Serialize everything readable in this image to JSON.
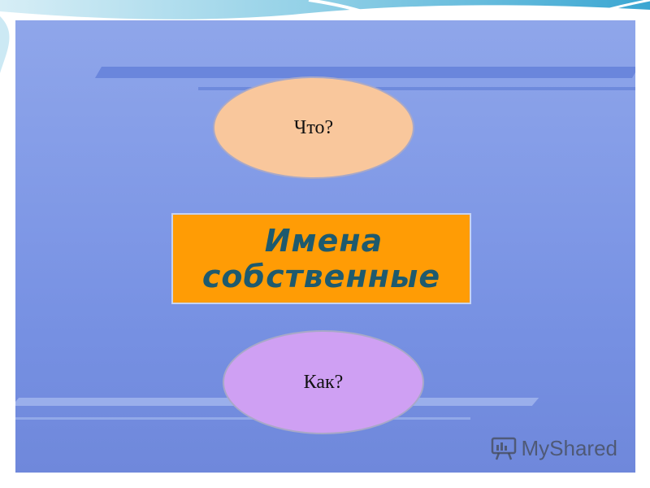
{
  "question_top": "Что?",
  "title": {
    "line1": "Имена",
    "line2": "собственные"
  },
  "question_bottom": "Как?",
  "watermark": {
    "text": "MyShared",
    "icon": "presentation-board-icon"
  },
  "colors": {
    "slide_background": "#7f98e6",
    "top_bubble": "#f9c79c",
    "title_box": "#ff9c05",
    "title_text": "#1e5a6e",
    "bottom_bubble": "#cfa0f3"
  }
}
